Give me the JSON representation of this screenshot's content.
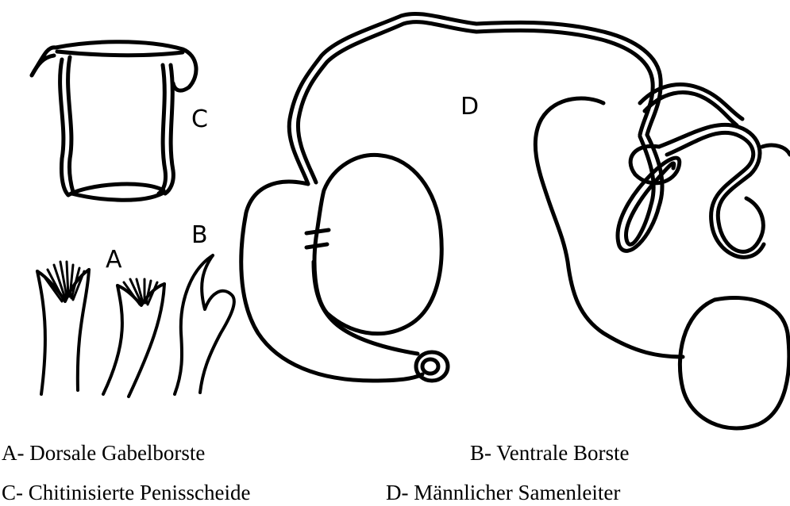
{
  "figure": {
    "labels": {
      "a": "A",
      "b": "B",
      "c": "C",
      "d": "D"
    },
    "stroke_color": "#000000"
  },
  "legend": {
    "a": "A- Dorsale Gabelborste",
    "b": "B- Ventrale Borste",
    "c": "C- Chitinisierte Penisscheide",
    "d": "D- Männlicher Samenleiter"
  }
}
